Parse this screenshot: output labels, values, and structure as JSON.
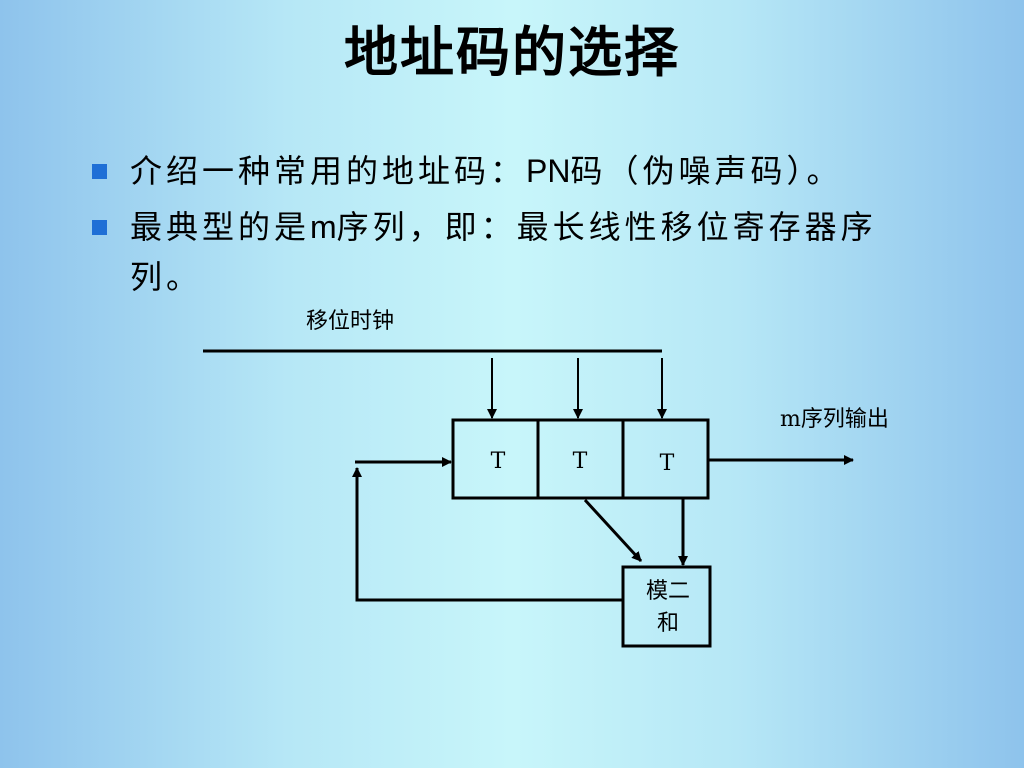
{
  "title": "地址码的选择",
  "bullets": [
    {
      "pre": "介绍一种常用的地址码：",
      "latin": "PN",
      "post": "码（伪噪声码）。"
    },
    {
      "pre": "最典型的是",
      "latin": "m",
      "post": "序列，即：最长线性移位寄存器序列。"
    }
  ],
  "diagram": {
    "clock_label": "移位时钟",
    "output_label": "m序列输出",
    "registers": [
      "T",
      "T",
      "T"
    ],
    "adder_label_line1": "模二",
    "adder_label_line2": "和"
  },
  "colors": {
    "bullet_marker": "#1f6fd6"
  }
}
